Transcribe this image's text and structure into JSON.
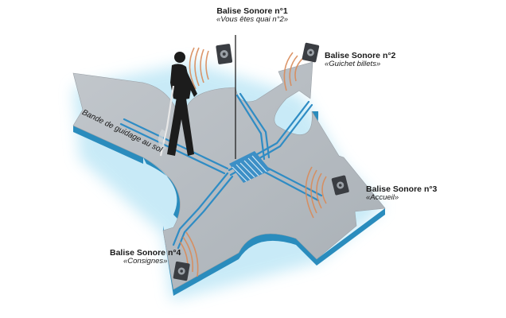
{
  "colors": {
    "floor_top": "#b6bcc1",
    "floor_edge": "#2a8cbd",
    "glow": "#bfe7f6",
    "guide_line": "#2f8cc4",
    "sound_wave": "#d98b5a",
    "speaker_body": "#3a3d42",
    "person": "#1c1c1c",
    "cane": "#e8e8e8"
  },
  "icons": {
    "speaker": "loudspeaker-icon",
    "sound": "sound-wave-icon",
    "person": "visually-impaired-walker-icon"
  },
  "guide_strip": {
    "label": "Bande de guidage au sol"
  },
  "beacons": [
    {
      "title": "Balise Sonore n°1",
      "subtitle": "«Vous êtes quai n°2»"
    },
    {
      "title": "Balise Sonore n°2",
      "subtitle": "«Guichet billets»"
    },
    {
      "title": "Balise Sonore n°3",
      "subtitle": "«Accueil»"
    },
    {
      "title": "Balise Sonore n°4",
      "subtitle": "«Consignes»"
    }
  ]
}
